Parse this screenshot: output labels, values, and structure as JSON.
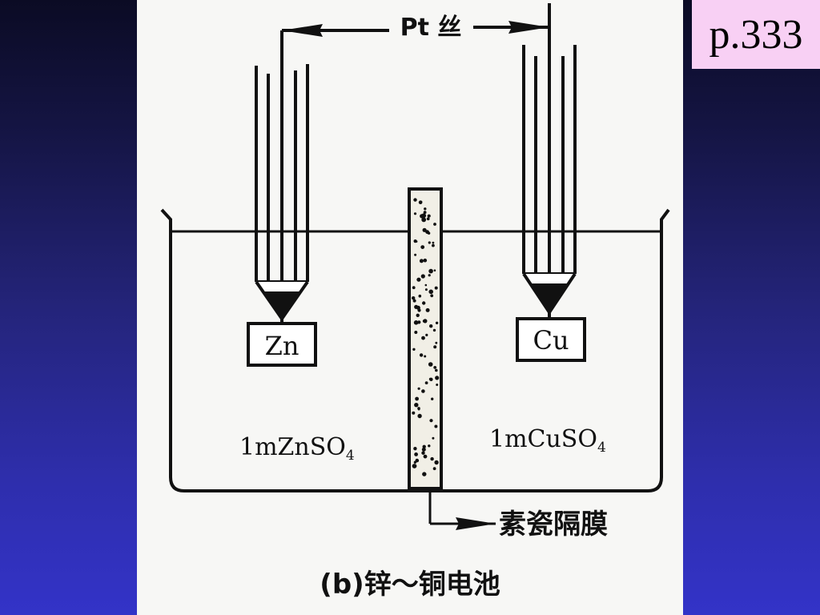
{
  "slide": {
    "page_label": "p.333"
  },
  "diagram": {
    "wire_label": "Pt 丝",
    "left_electrode": "Zn",
    "right_electrode": "Cu",
    "left_solution": {
      "prefix": "1mZnSO",
      "subscript": "4"
    },
    "right_solution": {
      "prefix": "1mCuSO",
      "subscript": "4"
    },
    "membrane_label": "素瓷隔膜",
    "caption": "(b)锌～铜电池"
  }
}
